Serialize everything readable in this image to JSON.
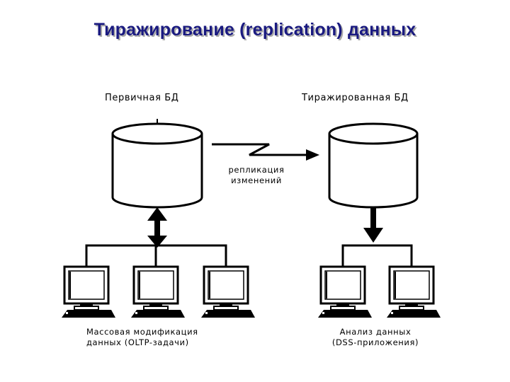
{
  "title": "Тиражирование (replication) данных",
  "primary_db": {
    "label": "Первичная БД"
  },
  "replica_db": {
    "label": "Тиражированная БД"
  },
  "replication": {
    "line1": "репликация",
    "line2": "изменений"
  },
  "oltp": {
    "line1": "Массовая модификация",
    "line2": "данных (OLTP-задачи)"
  },
  "dss": {
    "line1": "Анализ данных",
    "line2": "(DSS-приложения)"
  },
  "icons": [
    "database-cylinder-icon",
    "computer-workstation-icon",
    "lightning-arrow-icon"
  ],
  "colors": {
    "title": "#1a1a80",
    "title_shadow": "#a8a8a8",
    "lines": "#000000"
  }
}
